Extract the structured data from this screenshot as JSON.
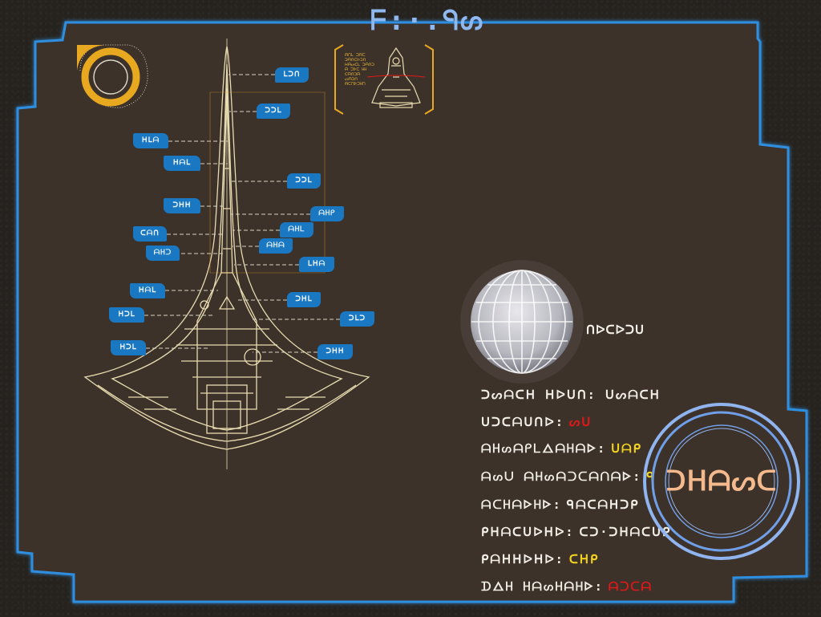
{
  "header": {
    "title": "ᖴ:·.ᑫᔕ"
  },
  "ship_labels": [
    {
      "text": "ᒪᑐᑎ"
    },
    {
      "text": "ᑐᑐᒪ"
    },
    {
      "text": "ᕼᒪᗩ"
    },
    {
      "text": "ᕼᗩᒪ"
    },
    {
      "text": "ᑐᑐᒪ"
    },
    {
      "text": "ᑐᕼᕼ"
    },
    {
      "text": "ᗩᕼᑭ"
    },
    {
      "text": "ᑕᗩᑎ"
    },
    {
      "text": "ᗩᕼᒪ"
    },
    {
      "text": "ᗩᕼᗩ"
    },
    {
      "text": "ᗩᕼᑐ"
    },
    {
      "text": "ᒪᕼᗩ"
    },
    {
      "text": "ᕼᗩᒪ"
    },
    {
      "text": "ᑐᕼᒪ"
    },
    {
      "text": "ᕼᑐᒪ"
    },
    {
      "text": "ᑐᒪᑐ"
    },
    {
      "text": "ᕼᑐᒪ"
    },
    {
      "text": "ᑐᕼᕼ"
    }
  ],
  "mini_panel": {
    "lines": [
      "ᗩᑎᒪ ᑐᗩᑕ",
      "ᑐᗩᑎᑕᐅᑐᑎ",
      "ᕼᗩᔕᑕᒪ ᑐᗩᑎᑐ",
      "ᗩ ᑐᐅᑕ ᕼᕼ",
      "ᑕᗩᑎᑐᗩ",
      "ᔕᗩᑐᑎ",
      "ᗩᑕᑎᐅᑐᕼᑎ"
    ]
  },
  "planet": {
    "label": "ᑎᐅᑕᐅᑐᑌ"
  },
  "stats": [
    {
      "label": "ᑐᔕᗩᑕᕼ ᕼᐅᑌᑎ: ᑌᔕᗩᑕᕼ",
      "value": "",
      "value_color": ""
    },
    {
      "label": "ᑌᑐᑕᗩᑌᑎᐅ:",
      "value": "ᔕᑌ",
      "value_color": "#e01818"
    },
    {
      "label": "ᗩᕼᔕᗩᑭᒪᐃᗩᕼᗩᐅ:",
      "value": "ᑌᗩᑭ",
      "value_color": "#f2d21e"
    },
    {
      "label": "ᗩᔕᑌ ᗩᕼᔕᗩᑐᑕᗩᑎᗩᐅ:",
      "value": "ᑫ",
      "value_color": "#f2d21e"
    },
    {
      "label": "ᗩᑕᕼᗩᐅᕼᐅ:",
      "value": "ᑫᗩᑕᗩᕼᑐᑭ",
      "value_color": "#f2efe8"
    },
    {
      "label": "ᑭᕼᗩᑕᑌᐅᕼᐅ:",
      "value": "ᑕᑐ·ᑐᕼᗩᑕᑌᑭ",
      "value_color": "#f2efe8"
    },
    {
      "label": "ᑭᗩᕼᕼᐅᕼᐅ:",
      "value": "ᑕᕼᑭ",
      "value_color": "#f2d21e"
    },
    {
      "label": "ᗪᐃᕼ ᕼᗩᔕᕼᗩᕼᐅ:",
      "value": "ᗩᑐᑕᗩ",
      "value_color": "#e01818"
    }
  ],
  "medal": {
    "text": "ᑐᕼᗩᔕᑕ"
  },
  "colors": {
    "panel": "#3d302b",
    "border": "#2f8fe0",
    "border_glow": "#66b6ff",
    "blueprint": "#e8dcb0",
    "tag": "#1a78c2",
    "yellow": "#f2d21e",
    "red": "#e01818",
    "gold": "#e8a820",
    "medal_ring": "#8fb4f0",
    "medal_text": "#f5b98e"
  },
  "icons": {
    "ring_badge": "circular-gauge-icon",
    "planet": "grid-sphere-icon",
    "ship": "ship-blueprint-icon"
  }
}
